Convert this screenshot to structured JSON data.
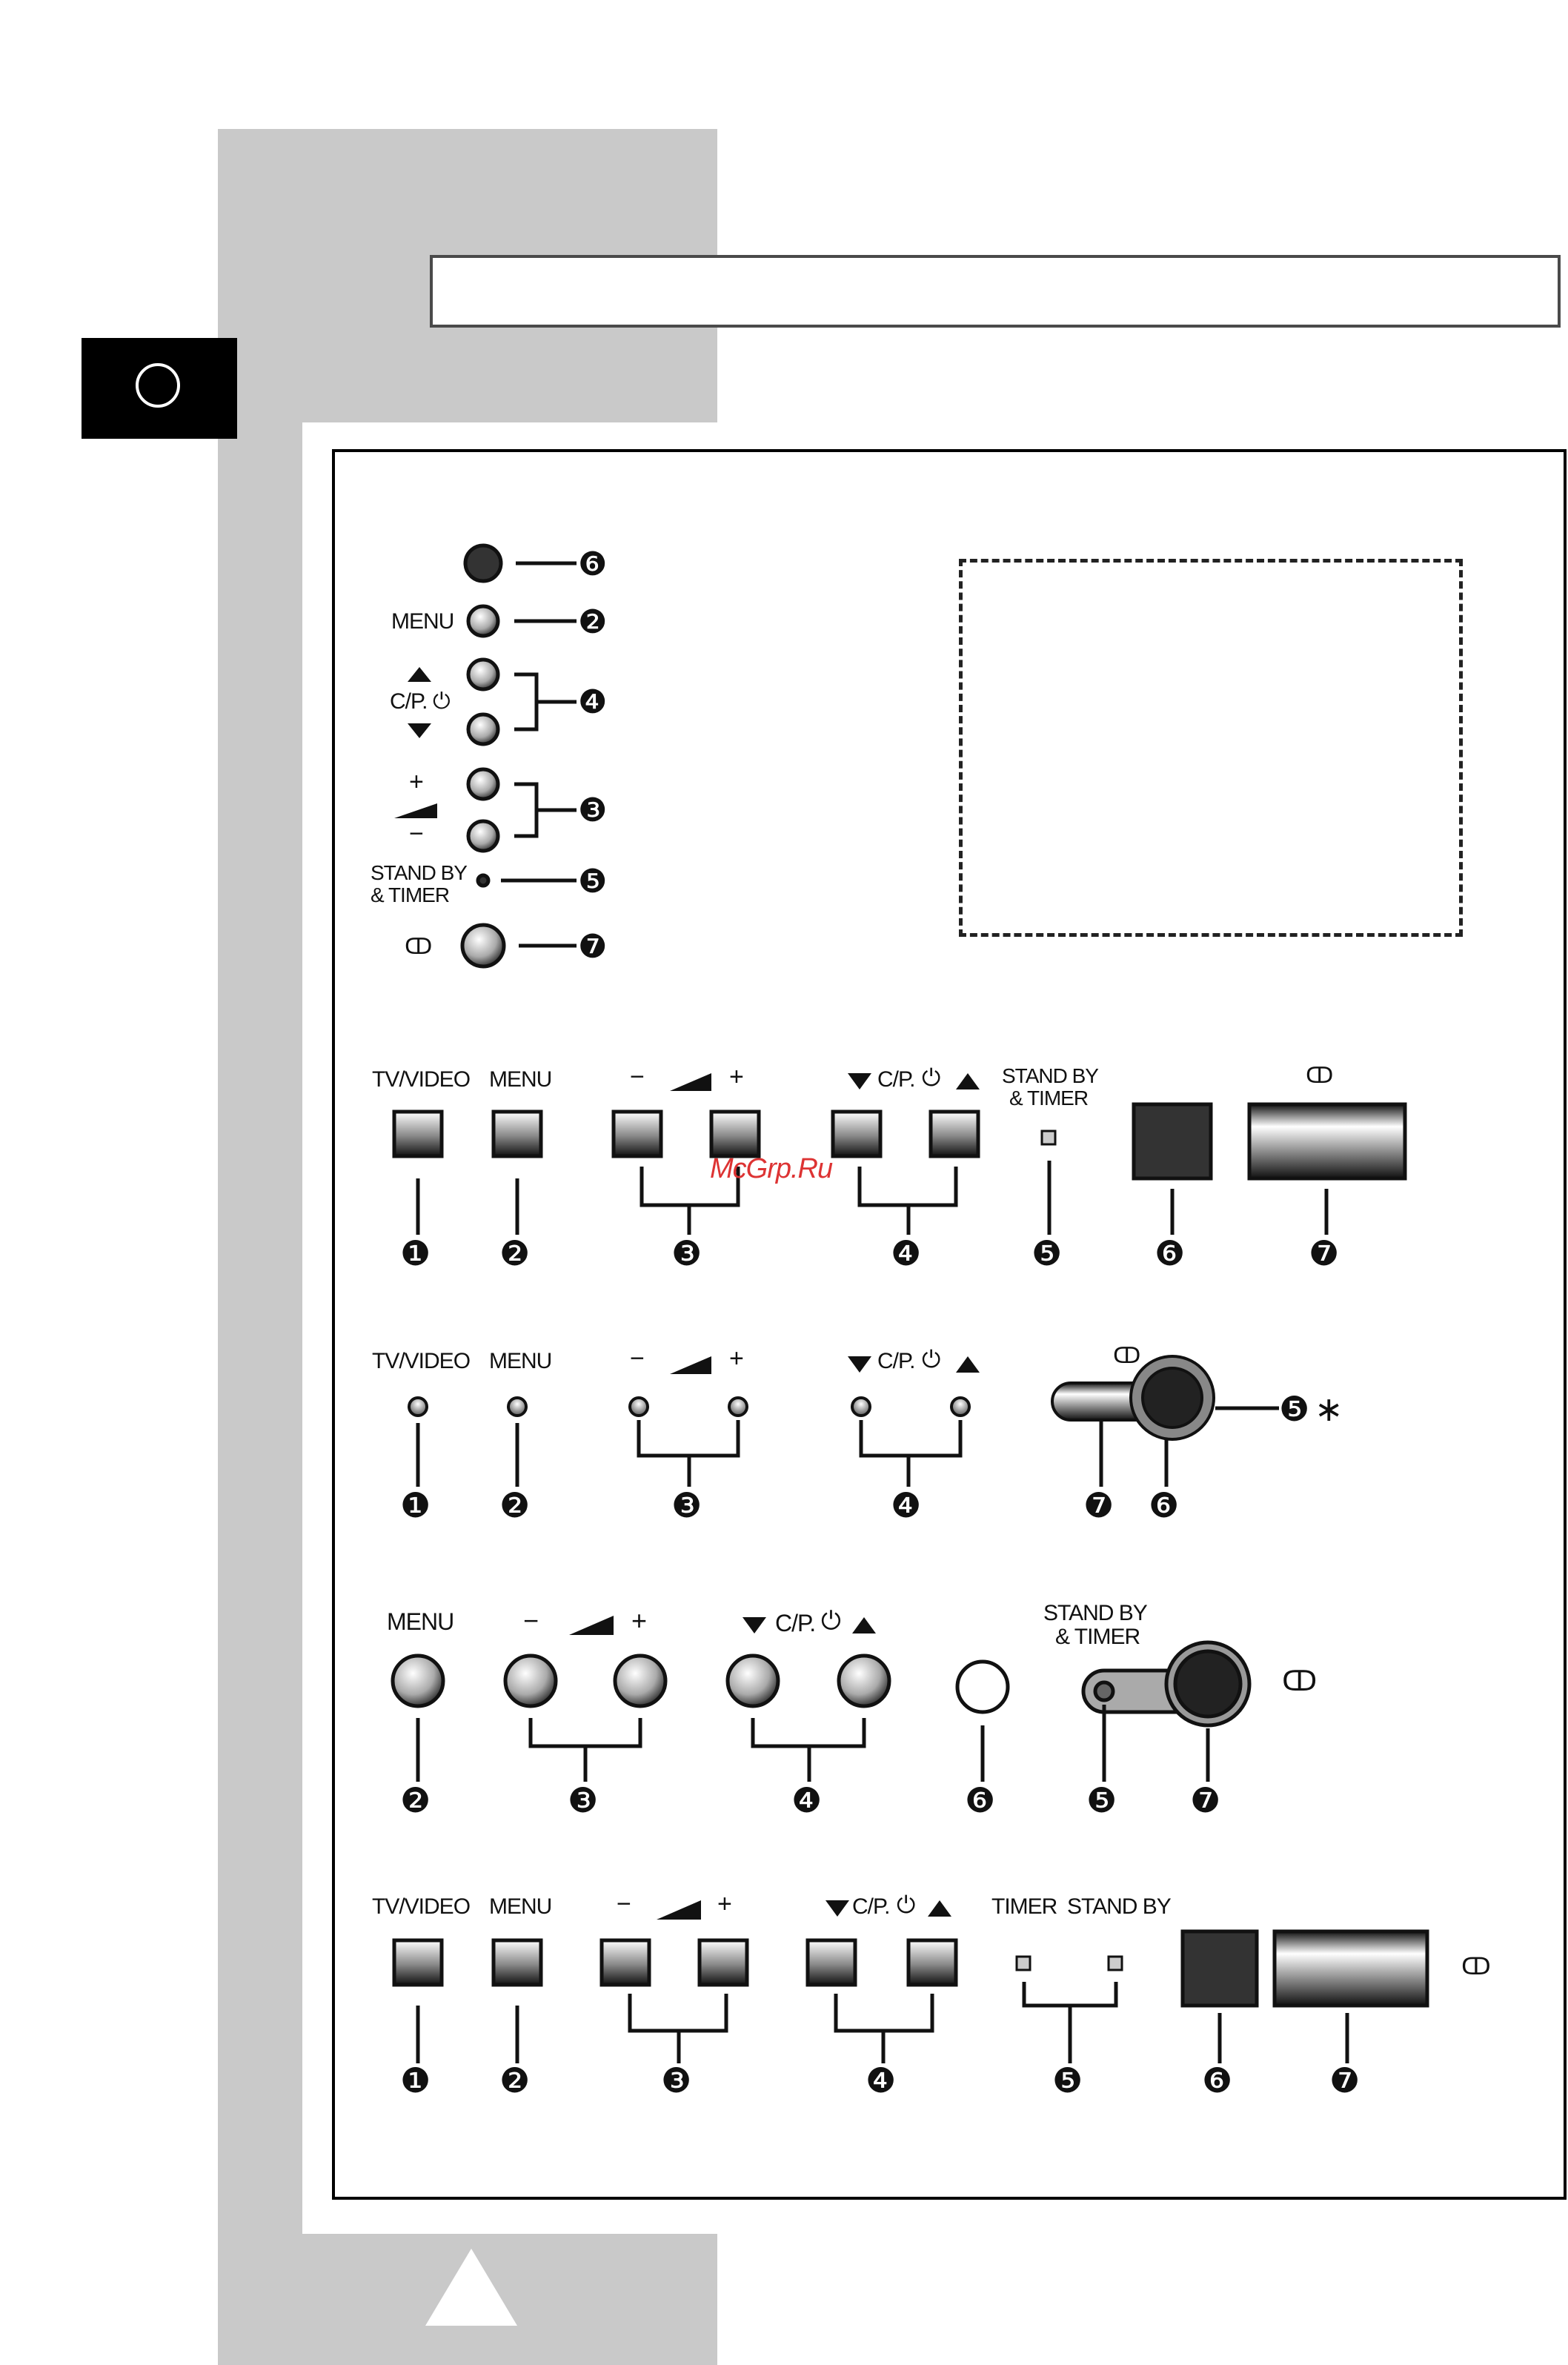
{
  "page": {
    "title_box_text": "",
    "watermark": "McGrp.Ru"
  },
  "symbols": {
    "power": "⏻",
    "main_power": "ↀ",
    "up": "▲",
    "down": "▼",
    "plus": "+",
    "minus": "−",
    "asterisk": "∗"
  },
  "callouts": [
    "❶",
    "❷",
    "❸",
    "❹",
    "❺",
    "❻",
    "❼"
  ],
  "panel1": {
    "menu": "MENU",
    "cp": "C/P.",
    "standby_line1": "STAND BY",
    "standby_line2": "& TIMER"
  },
  "panel2": {
    "tvvideo": "TV/VIDEO",
    "menu": "MENU",
    "cp": "C/P.",
    "standby_line1": "STAND BY",
    "standby_line2": "& TIMER"
  },
  "panel3": {
    "tvvideo": "TV/VIDEO",
    "menu": "MENU",
    "cp": "C/P."
  },
  "panel4": {
    "menu": "MENU",
    "cp": "C/P.",
    "standby_line1": "STAND BY",
    "standby_line2": "& TIMER"
  },
  "panel5": {
    "tvvideo": "TV/VIDEO",
    "menu": "MENU",
    "cp": "C/P.",
    "timer": "TIMER",
    "standby": "STAND BY"
  },
  "colors": {
    "strip": "#c9c9c9",
    "ink": "#111111",
    "button_dark": "#333333"
  }
}
